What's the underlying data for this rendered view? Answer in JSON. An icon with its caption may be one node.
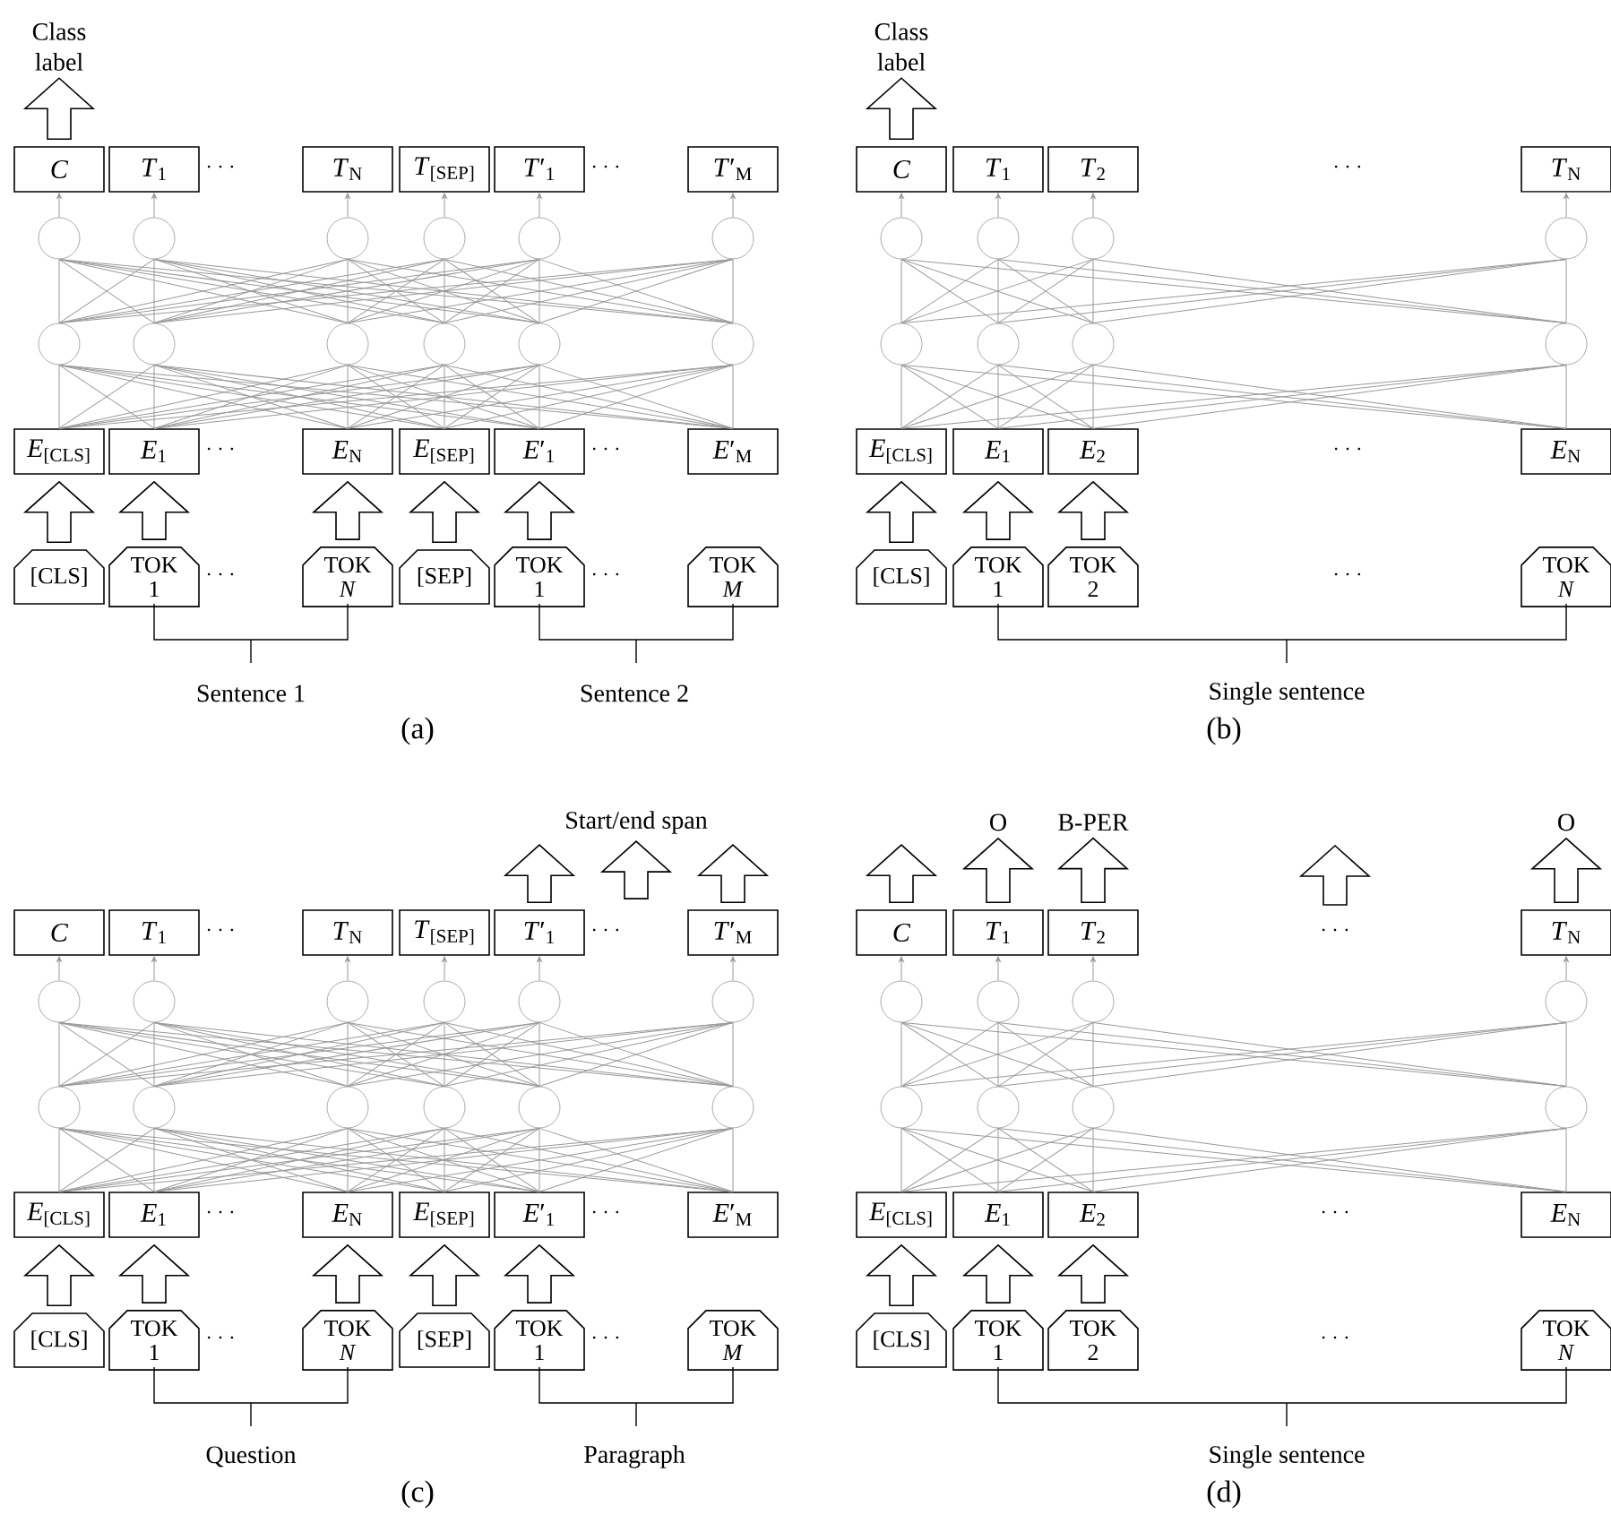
{
  "diagram": {
    "nodes": [
      {
        "text": [
          "Class label"
        ]
      },
      {
        "text": [
          "*C*"
        ]
      },
      {
        "text": [
          "*T*$_{1}$"
        ]
      },
      {
        "text": [
          "*T*$_{N}$"
        ]
      },
      {
        "text": [
          "*T*$_{[SEP]}$"
        ]
      },
      {
        "text": [
          "*T*′$_{1}$"
        ]
      },
      {
        "text": [
          "*T*′$_{M}$"
        ]
      },
      {
        "text": [],
        "shape": "circle"
      },
      {
        "text": [],
        "shape": "circle"
      },
      {
        "text": [],
        "shape": "circle"
      },
      {
        "text": [],
        "shape": "circle"
      },
      {
        "text": [],
        "shape": "circle"
      },
      {
        "text": [],
        "shape": "circle"
      },
      {
        "text": [],
        "shape": "circle"
      },
      {
        "text": [],
        "shape": "circle"
      },
      {
        "text": [],
        "shape": "circle"
      },
      {
        "text": [],
        "shape": "circle"
      },
      {
        "text": [],
        "shape": "circle"
      },
      {
        "text": [],
        "shape": "circle"
      },
      {
        "text": [
          "*E*$_{[CLS]}$"
        ]
      },
      {
        "text": [
          "*E*$_{1}$"
        ]
      },
      {
        "text": [
          "*E*$_{N}$"
        ]
      },
      {
        "text": [
          "*E*$_{[SEP]}$"
        ]
      },
      {
        "text": [
          "*E*′$_{1}$"
        ]
      },
      {
        "text": [
          "*E*′$_{M}$"
        ]
      },
      {
        "text": [
          "[CLS]"
        ]
      },
      {
        "text": [
          "TOK 1"
        ]
      },
      {
        "text": [
          "TOK *N*"
        ]
      },
      {
        "text": [
          "[SEP]"
        ]
      },
      {
        "text": [
          "TOK 1"
        ]
      },
      {
        "text": [
          "TOK *M*"
        ]
      },
      {
        "text": [
          "Class label"
        ]
      },
      {
        "text": [
          "*C*"
        ]
      },
      {
        "text": [
          "*T*$_{1}$"
        ]
      },
      {
        "text": [
          "*T*$_{2}$"
        ]
      },
      {
        "text": [
          "*T*$_{N}$"
        ]
      },
      {
        "text": [],
        "shape": "circle"
      },
      {
        "text": [],
        "shape": "circle"
      },
      {
        "text": [],
        "shape": "circle"
      },
      {
        "text": [],
        "shape": "circle"
      },
      {
        "text": [],
        "shape": "circle"
      },
      {
        "text": [],
        "shape": "circle"
      },
      {
        "text": [],
        "shape": "circle"
      },
      {
        "text": [],
        "shape": "circle"
      },
      {
        "text": [
          "*E*$_{[CLS]}$"
        ]
      },
      {
        "text": [
          "*E*$_{1}$"
        ]
      },
      {
        "text": [
          "*E*$_{2}$"
        ]
      },
      {
        "text": [
          "*E*$_{N}$"
        ]
      },
      {
        "text": [
          "[CLS]"
        ]
      },
      {
        "text": [
          "TOK 1"
        ]
      },
      {
        "text": [
          "TOK 2"
        ]
      },
      {
        "text": [
          "TOK *N*"
        ]
      },
      {
        "text": [
          "*C*"
        ]
      },
      {
        "text": [
          "*T*$_{1}$"
        ]
      },
      {
        "text": [
          "*T*$_{N}$"
        ]
      },
      {
        "text": [
          "*T*$_{[SEP]}$"
        ]
      },
      {
        "text": [
          "*T*′$_{1}$"
        ]
      },
      {
        "text": [
          "*T*′$_{M}$"
        ]
      },
      {
        "text": [],
        "shape": "circle"
      },
      {
        "text": [],
        "shape": "circle"
      },
      {
        "text": [],
        "shape": "circle"
      },
      {
        "text": [],
        "shape": "circle"
      },
      {
        "text": [],
        "shape": "circle"
      },
      {
        "text": [],
        "shape": "circle"
      },
      {
        "text": [],
        "shape": "circle"
      },
      {
        "text": [],
        "shape": "circle"
      },
      {
        "text": [],
        "shape": "circle"
      },
      {
        "text": [],
        "shape": "circle"
      },
      {
        "text": [],
        "shape": "circle"
      },
      {
        "text": [],
        "shape": "circle"
      },
      {
        "text": [
          "*E*$_{[CLS]}$"
        ]
      },
      {
        "text": [
          "*E*$_{1}$"
        ]
      },
      {
        "text": [
          "*E*$_{N}$"
        ]
      },
      {
        "text": [
          "*E*$_{[SEP]}$"
        ]
      },
      {
        "text": [
          "*E*′$_{1}$"
        ]
      },
      {
        "text": [
          "*E*′$_{M}$"
        ]
      },
      {
        "text": [
          "[CLS]"
        ]
      },
      {
        "text": [
          "TOK 1"
        ]
      },
      {
        "text": [
          "TOK *N*"
        ]
      },
      {
        "text": [
          "[SEP]"
        ]
      },
      {
        "text": [
          "TOK 1"
        ]
      },
      {
        "text": [
          "TOK *M*"
        ]
      },
      {
        "text": [
          "O"
        ]
      },
      {
        "text": [
          "B-PER"
        ]
      },
      {
        "text": [
          "O"
        ]
      },
      {
        "text": [
          "*C*"
        ]
      },
      {
        "text": [
          "*T*$_{1}$"
        ]
      },
      {
        "text": [
          "*T*$_{2}$"
        ]
      },
      {
        "text": [
          "*T*$_{N}$"
        ]
      },
      {
        "text": [],
        "shape": "circle"
      },
      {
        "text": [],
        "shape": "circle"
      },
      {
        "text": [],
        "shape": "circle"
      },
      {
        "text": [],
        "shape": "circle"
      },
      {
        "text": [],
        "shape": "circle"
      },
      {
        "text": [],
        "shape": "circle"
      },
      {
        "text": [],
        "shape": "circle"
      },
      {
        "text": [],
        "shape": "circle"
      },
      {
        "text": [
          "*E*$_{[CLS]}$"
        ]
      },
      {
        "text": [
          "*E*$_{1}$"
        ]
      },
      {
        "text": [
          "*E*$_{2}$"
        ]
      },
      {
        "text": [
          "*E*$_{N}$"
        ]
      },
      {
        "text": [
          "[CLS]"
        ]
      },
      {
        "text": [
          "TOK 1"
        ]
      },
      {
        "text": [
          "TOK 2"
        ]
      },
      {
        "text": [
          "TOK *N*"
        ]
      },
      {
        "text": [
          "Start/end span"
        ]
      }
    ],
    "edges": [
      {
        "from": 1,
        "to": 0,
        "arrow": "to",
        "style": "thick",
        "color": "#000000"
      },
      {
        "from": 7,
        "to": 1,
        "arrow": "to"
      },
      {
        "from": 8,
        "to": 2,
        "arrow": "to"
      },
      {
        "from": 9,
        "to": 3,
        "arrow": "to"
      },
      {
        "from": 10,
        "to": 4,
        "arrow": "to"
      },
      {
        "from": 11,
        "to": 5,
        "arrow": "to"
      },
      {
        "from": 12,
        "to": 6,
        "arrow": "to"
      },
      {
        "from": 13,
        "to": 7,
        "arrow": "none"
      },
      {
        "from": 13,
        "to": 8,
        "arrow": "none"
      },
      {
        "from": 13,
        "to": 9,
        "arrow": "none"
      },
      {
        "from": 13,
        "to": 10,
        "arrow": "none"
      },
      {
        "from": 13,
        "to": 11,
        "arrow": "none"
      },
      {
        "from": 13,
        "to": 12,
        "arrow": "none"
      },
      {
        "from": 14,
        "to": 7,
        "arrow": "none"
      },
      {
        "from": 14,
        "to": 8,
        "arrow": "none"
      },
      {
        "from": 14,
        "to": 9,
        "arrow": "none"
      },
      {
        "from": 14,
        "to": 10,
        "arrow": "none"
      },
      {
        "from": 14,
        "to": 11,
        "arrow": "none"
      },
      {
        "from": 14,
        "to": 12,
        "arrow": "none"
      },
      {
        "from": 15,
        "to": 7,
        "arrow": "none"
      },
      {
        "from": 15,
        "to": 8,
        "arrow": "none"
      },
      {
        "from": 15,
        "to": 9,
        "arrow": "none"
      },
      {
        "from": 15,
        "to": 10,
        "arrow": "none"
      },
      {
        "from": 15,
        "to": 11,
        "arrow": "none"
      },
      {
        "from": 15,
        "to": 12,
        "arrow": "none"
      },
      {
        "from": 16,
        "to": 7,
        "arrow": "none"
      },
      {
        "from": 16,
        "to": 8,
        "arrow": "none"
      },
      {
        "from": 16,
        "to": 9,
        "arrow": "none"
      },
      {
        "from": 16,
        "to": 10,
        "arrow": "none"
      },
      {
        "from": 16,
        "to": 11,
        "arrow": "none"
      },
      {
        "from": 16,
        "to": 12,
        "arrow": "none"
      },
      {
        "from": 17,
        "to": 7,
        "arrow": "none"
      },
      {
        "from": 17,
        "to": 8,
        "arrow": "none"
      },
      {
        "from": 17,
        "to": 9,
        "arrow": "none"
      },
      {
        "from": 17,
        "to": 10,
        "arrow": "none"
      },
      {
        "from": 17,
        "to": 11,
        "arrow": "none"
      },
      {
        "from": 17,
        "to": 12,
        "arrow": "none"
      },
      {
        "from": 18,
        "to": 7,
        "arrow": "none"
      },
      {
        "from": 18,
        "to": 8,
        "arrow": "none"
      },
      {
        "from": 18,
        "to": 9,
        "arrow": "none"
      },
      {
        "from": 18,
        "to": 10,
        "arrow": "none"
      },
      {
        "from": 18,
        "to": 11,
        "arrow": "none"
      },
      {
        "from": 18,
        "to": 12,
        "arrow": "none"
      },
      {
        "from": 19,
        "to": 13,
        "arrow": "none"
      },
      {
        "from": 19,
        "to": 14,
        "arrow": "none"
      },
      {
        "from": 19,
        "to": 15,
        "arrow": "none"
      },
      {
        "from": 19,
        "to": 16,
        "arrow": "none"
      },
      {
        "from": 19,
        "to": 17,
        "arrow": "none"
      },
      {
        "from": 19,
        "to": 18,
        "arrow": "none"
      },
      {
        "from": 20,
        "to": 13,
        "arrow": "none"
      },
      {
        "from": 20,
        "to": 14,
        "arrow": "none"
      },
      {
        "from": 20,
        "to": 15,
        "arrow": "none"
      },
      {
        "from": 20,
        "to": 16,
        "arrow": "none"
      },
      {
        "from": 20,
        "to": 17,
        "arrow": "none"
      },
      {
        "from": 20,
        "to": 18,
        "arrow": "none"
      },
      {
        "from": 21,
        "to": 13,
        "arrow": "none"
      },
      {
        "from": 21,
        "to": 14,
        "arrow": "none"
      },
      {
        "from": 21,
        "to": 15,
        "arrow": "none"
      },
      {
        "from": 21,
        "to": 16,
        "arrow": "none"
      },
      {
        "from": 21,
        "to": 17,
        "arrow": "none"
      },
      {
        "from": 21,
        "to": 18,
        "arrow": "none"
      },
      {
        "from": 22,
        "to": 13,
        "arrow": "none"
      },
      {
        "from": 22,
        "to": 14,
        "arrow": "none"
      },
      {
        "from": 22,
        "to": 15,
        "arrow": "none"
      },
      {
        "from": 22,
        "to": 16,
        "arrow": "none"
      },
      {
        "from": 22,
        "to": 17,
        "arrow": "none"
      },
      {
        "from": 22,
        "to": 18,
        "arrow": "none"
      },
      {
        "from": 23,
        "to": 13,
        "arrow": "none"
      },
      {
        "from": 23,
        "to": 14,
        "arrow": "none"
      },
      {
        "from": 23,
        "to": 15,
        "arrow": "none"
      },
      {
        "from": 23,
        "to": 16,
        "arrow": "none"
      },
      {
        "from": 23,
        "to": 17,
        "arrow": "none"
      },
      {
        "from": 23,
        "to": 18,
        "arrow": "none"
      },
      {
        "from": 24,
        "to": 13,
        "arrow": "none"
      },
      {
        "from": 24,
        "to": 14,
        "arrow": "none"
      },
      {
        "from": 24,
        "to": 15,
        "arrow": "none"
      },
      {
        "from": 24,
        "to": 16,
        "arrow": "none"
      },
      {
        "from": 24,
        "to": 17,
        "arrow": "none"
      },
      {
        "from": 24,
        "to": 18,
        "arrow": "none"
      },
      {
        "from": 25,
        "to": 19,
        "arrow": "to",
        "style": "thick",
        "color": "#000000"
      },
      {
        "from": 26,
        "to": 20,
        "arrow": "to",
        "style": "thick",
        "color": "#000000"
      },
      {
        "from": 27,
        "to": 21,
        "arrow": "to",
        "style": "thick",
        "color": "#000000"
      },
      {
        "from": 28,
        "to": 22,
        "arrow": "to",
        "style": "thick",
        "color": "#000000"
      },
      {
        "from": 29,
        "to": 23,
        "arrow": "to",
        "style": "thick",
        "color": "#000000"
      },
      {
        "from": 32,
        "to": 31,
        "arrow": "to",
        "style": "thick",
        "color": "#000000"
      },
      {
        "from": 36,
        "to": 32,
        "arrow": "to"
      },
      {
        "from": 37,
        "to": 33,
        "arrow": "to"
      },
      {
        "from": 38,
        "to": 34,
        "arrow": "to"
      },
      {
        "from": 39,
        "to": 35,
        "arrow": "to"
      },
      {
        "from": 40,
        "to": 36,
        "arrow": "none"
      },
      {
        "from": 40,
        "to": 37,
        "arrow": "none"
      },
      {
        "from": 40,
        "to": 38,
        "arrow": "none"
      },
      {
        "from": 40,
        "to": 39,
        "arrow": "none"
      },
      {
        "from": 41,
        "to": 36,
        "arrow": "none"
      },
      {
        "from": 41,
        "to": 37,
        "arrow": "none"
      },
      {
        "from": 41,
        "to": 38,
        "arrow": "none"
      },
      {
        "from": 41,
        "to": 39,
        "arrow": "none"
      },
      {
        "from": 42,
        "to": 36,
        "arrow": "none"
      },
      {
        "from": 42,
        "to": 37,
        "arrow": "none"
      },
      {
        "from": 42,
        "to": 38,
        "arrow": "none"
      },
      {
        "from": 42,
        "to": 39,
        "arrow": "none"
      },
      {
        "from": 43,
        "to": 36,
        "arrow": "none"
      },
      {
        "from": 43,
        "to": 37,
        "arrow": "none"
      },
      {
        "from": 43,
        "to": 38,
        "arrow": "none"
      },
      {
        "from": 43,
        "to": 39,
        "arrow": "none"
      },
      {
        "from": 44,
        "to": 40,
        "arrow": "none"
      },
      {
        "from": 44,
        "to": 41,
        "arrow": "none"
      },
      {
        "from": 44,
        "to": 42,
        "arrow": "none"
      },
      {
        "from": 44,
        "to": 43,
        "arrow": "none"
      },
      {
        "from": 45,
        "to": 40,
        "arrow": "none"
      },
      {
        "from": 45,
        "to": 41,
        "arrow": "none"
      },
      {
        "from": 45,
        "to": 42,
        "arrow": "none"
      },
      {
        "from": 45,
        "to": 43,
        "arrow": "none"
      },
      {
        "from": 46,
        "to": 40,
        "arrow": "none"
      },
      {
        "from": 46,
        "to": 41,
        "arrow": "none"
      },
      {
        "from": 46,
        "to": 42,
        "arrow": "none"
      },
      {
        "from": 46,
        "to": 43,
        "arrow": "none"
      },
      {
        "from": 47,
        "to": 40,
        "arrow": "none"
      },
      {
        "from": 47,
        "to": 41,
        "arrow": "none"
      },
      {
        "from": 47,
        "to": 42,
        "arrow": "none"
      },
      {
        "from": 47,
        "to": 43,
        "arrow": "none"
      },
      {
        "from": 48,
        "to": 44,
        "arrow": "to",
        "style": "thick",
        "color": "#000000"
      },
      {
        "from": 49,
        "to": 45,
        "arrow": "to",
        "style": "thick",
        "color": "#000000"
      },
      {
        "from": 50,
        "to": 46,
        "arrow": "to",
        "style": "thick",
        "color": "#000000"
      },
      {
        "from": 56,
        "to": null,
        "arrow": "to",
        "style": "thick",
        "color": "#000000"
      },
      {
        "from": 57,
        "to": null,
        "arrow": "to",
        "style": "thick",
        "color": "#000000"
      },
      {
        "from": 58,
        "to": 52,
        "arrow": "to"
      },
      {
        "from": 59,
        "to": 53,
        "arrow": "to"
      },
      {
        "from": 60,
        "to": 54,
        "arrow": "to"
      },
      {
        "from": 61,
        "to": 55,
        "arrow": "to"
      },
      {
        "from": 62,
        "to": 56,
        "arrow": "to"
      },
      {
        "from": 63,
        "to": 57,
        "arrow": "to"
      },
      {
        "from": 64,
        "to": 58,
        "arrow": "none"
      },
      {
        "from": 64,
        "to": 59,
        "arrow": "none"
      },
      {
        "from": 64,
        "to": 60,
        "arrow": "none"
      },
      {
        "from": 64,
        "to": 61,
        "arrow": "none"
      },
      {
        "from": 64,
        "to": 62,
        "arrow": "none"
      },
      {
        "from": 64,
        "to": 63,
        "arrow": "none"
      },
      {
        "from": 65,
        "to": 58,
        "arrow": "none"
      },
      {
        "from": 65,
        "to": 59,
        "arrow": "none"
      },
      {
        "from": 65,
        "to": 60,
        "arrow": "none"
      },
      {
        "from": 65,
        "to": 61,
        "arrow": "none"
      },
      {
        "from": 65,
        "to": 62,
        "arrow": "none"
      },
      {
        "from": 65,
        "to": 63,
        "arrow": "none"
      },
      {
        "from": 66,
        "to": 58,
        "arrow": "none"
      },
      {
        "from": 66,
        "to": 59,
        "arrow": "none"
      },
      {
        "from": 66,
        "to": 60,
        "arrow": "none"
      },
      {
        "from": 66,
        "to": 61,
        "arrow": "none"
      },
      {
        "from": 66,
        "to": 62,
        "arrow": "none"
      },
      {
        "from": 66,
        "to": 63,
        "arrow": "none"
      },
      {
        "from": 67,
        "to": 58,
        "arrow": "none"
      },
      {
        "from": 67,
        "to": 59,
        "arrow": "none"
      },
      {
        "from": 67,
        "to": 60,
        "arrow": "none"
      },
      {
        "from": 67,
        "to": 61,
        "arrow": "none"
      },
      {
        "from": 67,
        "to": 62,
        "arrow": "none"
      },
      {
        "from": 67,
        "to": 63,
        "arrow": "none"
      },
      {
        "from": 68,
        "to": 58,
        "arrow": "none"
      },
      {
        "from": 68,
        "to": 59,
        "arrow": "none"
      },
      {
        "from": 68,
        "to": 60,
        "arrow": "none"
      },
      {
        "from": 68,
        "to": 61,
        "arrow": "none"
      },
      {
        "from": 68,
        "to": 62,
        "arrow": "none"
      },
      {
        "from": 68,
        "to": 63,
        "arrow": "none"
      },
      {
        "from": 69,
        "to": 58,
        "arrow": "none"
      },
      {
        "from": 69,
        "to": 59,
        "arrow": "none"
      },
      {
        "from": 69,
        "to": 60,
        "arrow": "none"
      },
      {
        "from": 69,
        "to": 61,
        "arrow": "none"
      },
      {
        "from": 69,
        "to": 62,
        "arrow": "none"
      },
      {
        "from": 69,
        "to": 63,
        "arrow": "none"
      },
      {
        "from": 70,
        "to": 64,
        "arrow": "none"
      },
      {
        "from": 70,
        "to": 65,
        "arrow": "none"
      },
      {
        "from": 70,
        "to": 66,
        "arrow": "none"
      },
      {
        "from": 70,
        "to": 67,
        "arrow": "none"
      },
      {
        "from": 70,
        "to": 68,
        "arrow": "none"
      },
      {
        "from": 70,
        "to": 69,
        "arrow": "none"
      },
      {
        "from": 71,
        "to": 64,
        "arrow": "none"
      },
      {
        "from": 71,
        "to": 65,
        "arrow": "none"
      },
      {
        "from": 71,
        "to": 66,
        "arrow": "none"
      },
      {
        "from": 71,
        "to": 67,
        "arrow": "none"
      },
      {
        "from": 71,
        "to": 68,
        "arrow": "none"
      },
      {
        "from": 71,
        "to": 69,
        "arrow": "none"
      },
      {
        "from": 72,
        "to": 64,
        "arrow": "none"
      },
      {
        "from": 72,
        "to": 65,
        "arrow": "none"
      },
      {
        "from": 72,
        "to": 66,
        "arrow": "none"
      },
      {
        "from": 72,
        "to": 67,
        "arrow": "none"
      },
      {
        "from": 72,
        "to": 68,
        "arrow": "none"
      },
      {
        "from": 72,
        "to": 69,
        "arrow": "none"
      },
      {
        "from": 73,
        "to": 64,
        "arrow": "none"
      },
      {
        "from": 73,
        "to": 65,
        "arrow": "none"
      },
      {
        "from": 73,
        "to": 66,
        "arrow": "none"
      },
      {
        "from": 73,
        "to": 67,
        "arrow": "none"
      },
      {
        "from": 73,
        "to": 68,
        "arrow": "none"
      },
      {
        "from": 73,
        "to": 69,
        "arrow": "none"
      },
      {
        "from": 74,
        "to": 64,
        "arrow": "none"
      },
      {
        "from": 74,
        "to": 65,
        "arrow": "none"
      },
      {
        "from": 74,
        "to": 66,
        "arrow": "none"
      },
      {
        "from": 74,
        "to": 67,
        "arrow": "none"
      },
      {
        "from": 74,
        "to": 68,
        "arrow": "none"
      },
      {
        "from": 74,
        "to": 69,
        "arrow": "none"
      },
      {
        "from": 75,
        "to": 64,
        "arrow": "none"
      },
      {
        "from": 75,
        "to": 65,
        "arrow": "none"
      },
      {
        "from": 75,
        "to": 66,
        "arrow": "none"
      },
      {
        "from": 75,
        "to": 67,
        "arrow": "none"
      },
      {
        "from": 75,
        "to": 68,
        "arrow": "none"
      },
      {
        "from": 75,
        "to": 69,
        "arrow": "none"
      },
      {
        "from": 76,
        "to": 70,
        "arrow": "to",
        "style": "thick",
        "color": "#000000"
      },
      {
        "from": 77,
        "to": 71,
        "arrow": "to",
        "style": "thick",
        "color": "#000000"
      },
      {
        "from": 78,
        "to": 72,
        "arrow": "to",
        "style": "thick",
        "color": "#000000"
      },
      {
        "from": 79,
        "to": 73,
        "arrow": "to",
        "style": "thick",
        "color": "#000000"
      },
      {
        "from": 80,
        "to": 74,
        "arrow": "to",
        "style": "thick",
        "color": "#000000"
      },
      {
        "from": 85,
        "to": null,
        "arrow": "to",
        "style": "thick",
        "color": "#000000"
      },
      {
        "from": 86,
        "to": 82,
        "arrow": "to",
        "style": "thick",
        "color": "#000000"
      },
      {
        "from": 87,
        "to": 83,
        "arrow": "to",
        "style": "thick",
        "color": "#000000"
      },
      {
        "from": 88,
        "to": 84,
        "arrow": "to",
        "style": "thick",
        "color": "#000000"
      },
      {
        "from": 89,
        "to": 85,
        "arrow": "to"
      },
      {
        "from": 90,
        "to": 86,
        "arrow": "to"
      },
      {
        "from": 91,
        "to": 87,
        "arrow": "to"
      },
      {
        "from": 92,
        "to": 88,
        "arrow": "to"
      },
      {
        "from": 93,
        "to": 89,
        "arrow": "none"
      },
      {
        "from": 93,
        "to": 90,
        "arrow": "none"
      },
      {
        "from": 93,
        "to": 91,
        "arrow": "none"
      },
      {
        "from": 93,
        "to": 92,
        "arrow": "none"
      },
      {
        "from": 94,
        "to": 89,
        "arrow": "none"
      },
      {
        "from": 94,
        "to": 90,
        "arrow": "none"
      },
      {
        "from": 94,
        "to": 91,
        "arrow": "none"
      },
      {
        "from": 94,
        "to": 92,
        "arrow": "none"
      },
      {
        "from": 95,
        "to": 89,
        "arrow": "none"
      },
      {
        "from": 95,
        "to": 90,
        "arrow": "none"
      },
      {
        "from": 95,
        "to": 91,
        "arrow": "none"
      },
      {
        "from": 95,
        "to": 92,
        "arrow": "none"
      },
      {
        "from": 96,
        "to": 89,
        "arrow": "none"
      },
      {
        "from": 96,
        "to": 90,
        "arrow": "none"
      },
      {
        "from": 96,
        "to": 91,
        "arrow": "none"
      },
      {
        "from": 96,
        "to": 92,
        "arrow": "none"
      },
      {
        "from": 97,
        "to": 93,
        "arrow": "none"
      },
      {
        "from": 97,
        "to": 94,
        "arrow": "none"
      },
      {
        "from": 97,
        "to": 95,
        "arrow": "none"
      },
      {
        "from": 97,
        "to": 96,
        "arrow": "none"
      },
      {
        "from": 98,
        "to": 93,
        "arrow": "none"
      },
      {
        "from": 98,
        "to": 94,
        "arrow": "none"
      },
      {
        "from": 98,
        "to": 95,
        "arrow": "none"
      },
      {
        "from": 98,
        "to": 96,
        "arrow": "none"
      },
      {
        "from": 99,
        "to": 93,
        "arrow": "none"
      },
      {
        "from": 99,
        "to": 94,
        "arrow": "none"
      },
      {
        "from": 99,
        "to": 95,
        "arrow": "none"
      },
      {
        "from": 99,
        "to": 96,
        "arrow": "none"
      },
      {
        "from": 100,
        "to": 93,
        "arrow": "none"
      },
      {
        "from": 100,
        "to": 94,
        "arrow": "none"
      },
      {
        "from": 100,
        "to": 95,
        "arrow": "none"
      },
      {
        "from": 100,
        "to": 96,
        "arrow": "none"
      },
      {
        "from": 101,
        "to": 97,
        "arrow": "to",
        "style": "thick",
        "color": "#000000"
      },
      {
        "from": 102,
        "to": 98,
        "arrow": "to",
        "style": "thick",
        "color": "#000000"
      },
      {
        "from": 103,
        "to": 99,
        "arrow": "to",
        "style": "thick",
        "color": "#000000"
      },
      {
        "from": null,
        "to": 105,
        "arrow": "to",
        "style": "thick",
        "color": "#000000"
      }
    ],
    "labels": [
      "· · ·",
      "· · ·",
      "· · ·",
      "· · ·",
      "· · ·",
      "· · ·",
      "Sentence 1",
      "Sentence 2",
      "(a)",
      "· · ·",
      "· · ·",
      "· · ·",
      "Single sentence",
      "(b)",
      "· · ·",
      "· · ·",
      "· · ·",
      "· · ·",
      "· · ·",
      "· · ·",
      "Question",
      "Paragraph",
      "(c)",
      "· · ·",
      "· · ·",
      "· · ·",
      "Single sentence",
      "(d)"
    ]
  }
}
